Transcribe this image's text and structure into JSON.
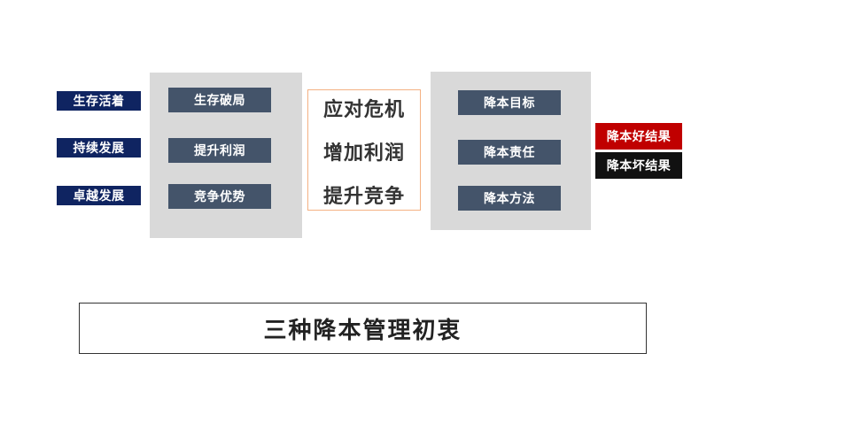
{
  "left_labels": [
    "生存活着",
    "持续发展",
    "卓越发展"
  ],
  "panel1_items": [
    "生存破局",
    "提升利润",
    "竞争优势"
  ],
  "center_items": [
    "应对危机",
    "增加利润",
    "提升竞争"
  ],
  "panel3_items": [
    "降本目标",
    "降本责任",
    "降本方法"
  ],
  "results": {
    "good": "降本好结果",
    "bad": "降本坏结果"
  },
  "title": "三种降本管理初衷",
  "colors": {
    "navy": "#0f2461",
    "slate": "#44546a",
    "panel_gray": "#d9d9d9",
    "good_red": "#c00000",
    "bad_black": "#111111",
    "center_border": "#f4b183"
  }
}
